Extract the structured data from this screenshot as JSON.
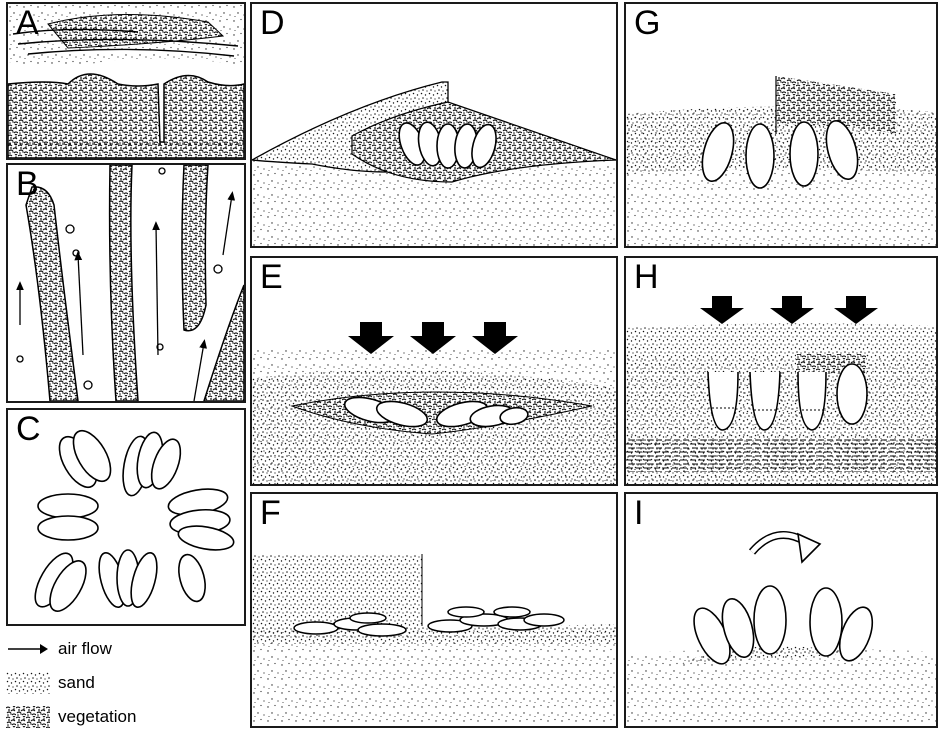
{
  "panels": {
    "a": "A",
    "b": "B",
    "c": "C",
    "d": "D",
    "e": "E",
    "f": "F",
    "g": "G",
    "h": "H",
    "i": "I"
  },
  "legend": {
    "air_flow": "air flow",
    "sand": "sand",
    "vegetation": "vegetation"
  }
}
